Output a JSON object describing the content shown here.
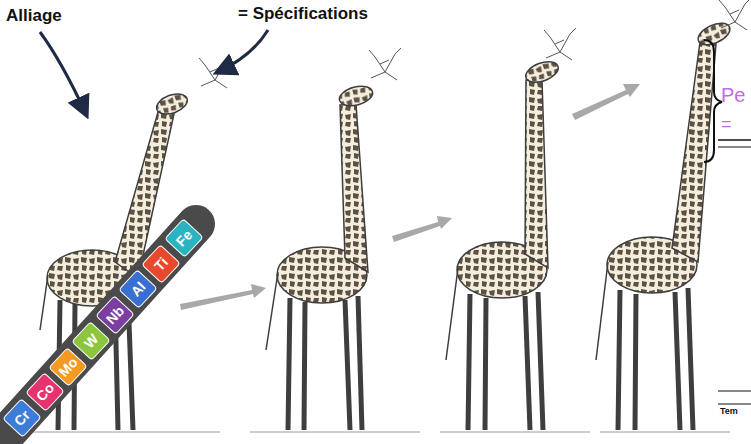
{
  "diagram": {
    "nodes": [
      {
        "text": [
          "Cr"
        ]
      },
      {
        "text": [
          "Co"
        ]
      },
      {
        "text": [
          "Mo"
        ]
      },
      {
        "text": [
          "W"
        ]
      },
      {
        "text": [
          "Nb"
        ]
      },
      {
        "text": [
          "Al"
        ]
      },
      {
        "text": [
          "Ti"
        ]
      },
      {
        "text": [
          "Fe"
        ]
      }
    ],
    "labels": [
      "Alliage",
      "= Spécifications",
      "Pe",
      "=",
      "Tem"
    ]
  }
}
